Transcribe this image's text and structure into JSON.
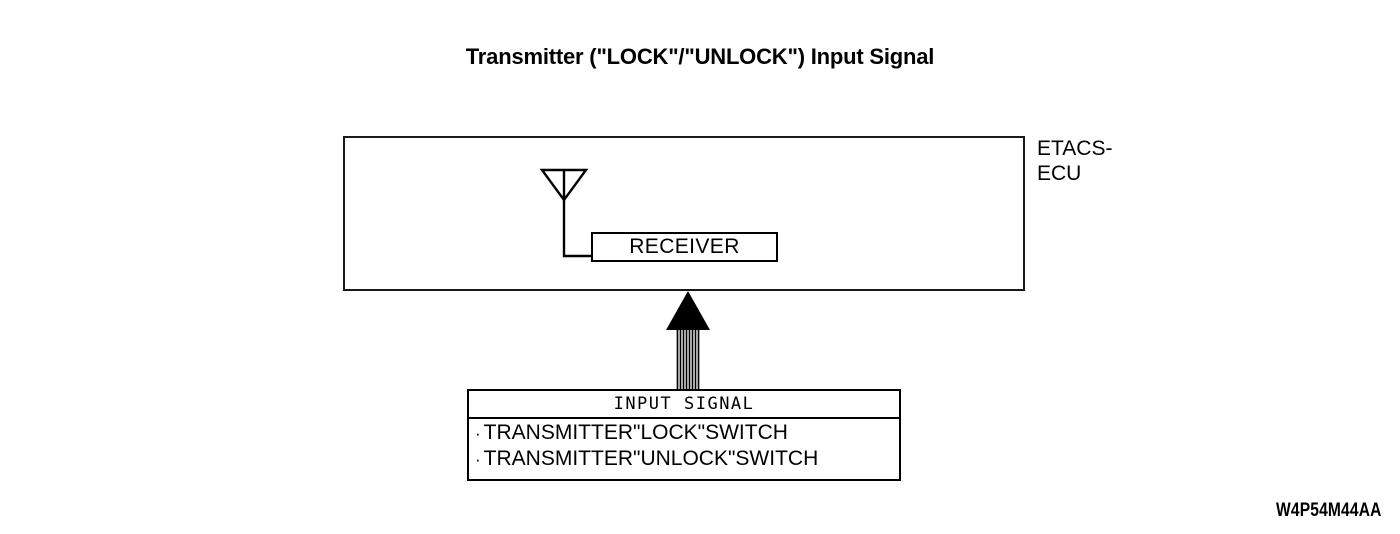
{
  "title": "Transmitter (\"LOCK\"/\"UNLOCK\") Input Signal",
  "ecu": {
    "label": "ETACS-\nECU",
    "receiver_label": "RECEIVER",
    "antenna_icon": "antenna-icon"
  },
  "arrow": {
    "icon": "up-arrow-striped-icon",
    "direction": "up"
  },
  "input_signal": {
    "header": "INPUT SIGNAL",
    "bullet": "·",
    "items": [
      "TRANSMITTER\"LOCK\"SWITCH",
      "TRANSMITTER\"UNLOCK\"SWITCH"
    ]
  },
  "figure_code": "W4P54M44AA",
  "colors": {
    "background": "#ffffff",
    "ink": "#000000",
    "box_border": "#1a1a1a"
  }
}
